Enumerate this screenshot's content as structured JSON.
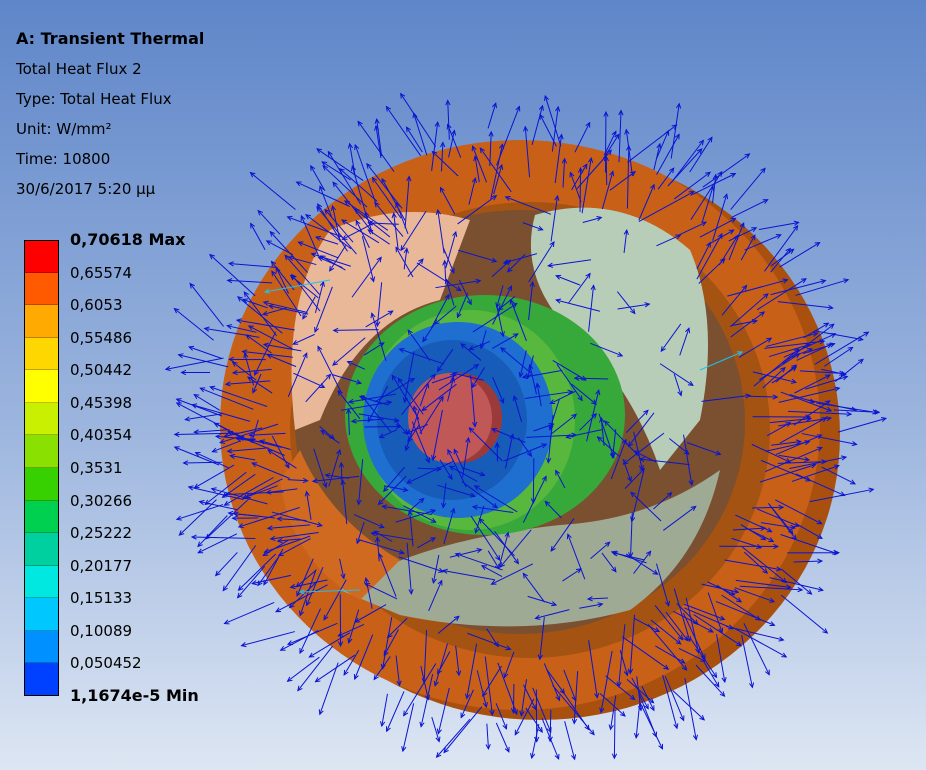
{
  "header": {
    "analysis": "A: Transient Thermal",
    "result": "Total Heat Flux 2",
    "type": "Type: Total Heat Flux",
    "unit": "Unit: W/mm²",
    "time": "Time: 10800",
    "timestamp": "30/6/2017 5:20 μμ"
  },
  "legend": {
    "labels": [
      "0,70618 Max",
      "0,65574",
      "0,6053",
      "0,55486",
      "0,50442",
      "0,45398",
      "0,40354",
      "0,3531",
      "0,30266",
      "0,25222",
      "0,20177",
      "0,15133",
      "0,10089",
      "0,050452",
      "1,1674e-5 Min"
    ],
    "colors": [
      "#ff0000",
      "#ff5a00",
      "#ffaa00",
      "#ffd700",
      "#ffff00",
      "#c8f000",
      "#8ae000",
      "#37d000",
      "#00d050",
      "#00d0a0",
      "#00e8e0",
      "#00c8ff",
      "#0090ff",
      "#0040ff"
    ]
  },
  "model": {
    "ring_color": "#c86018",
    "vector_color": "#0a14d2",
    "highlight_vector_color": "#21c0e8",
    "shaft_color": "#c05858",
    "hub_color": "#1e6fd0",
    "gear_color": "#37a83a",
    "blade_color": "#b8cdb8"
  }
}
